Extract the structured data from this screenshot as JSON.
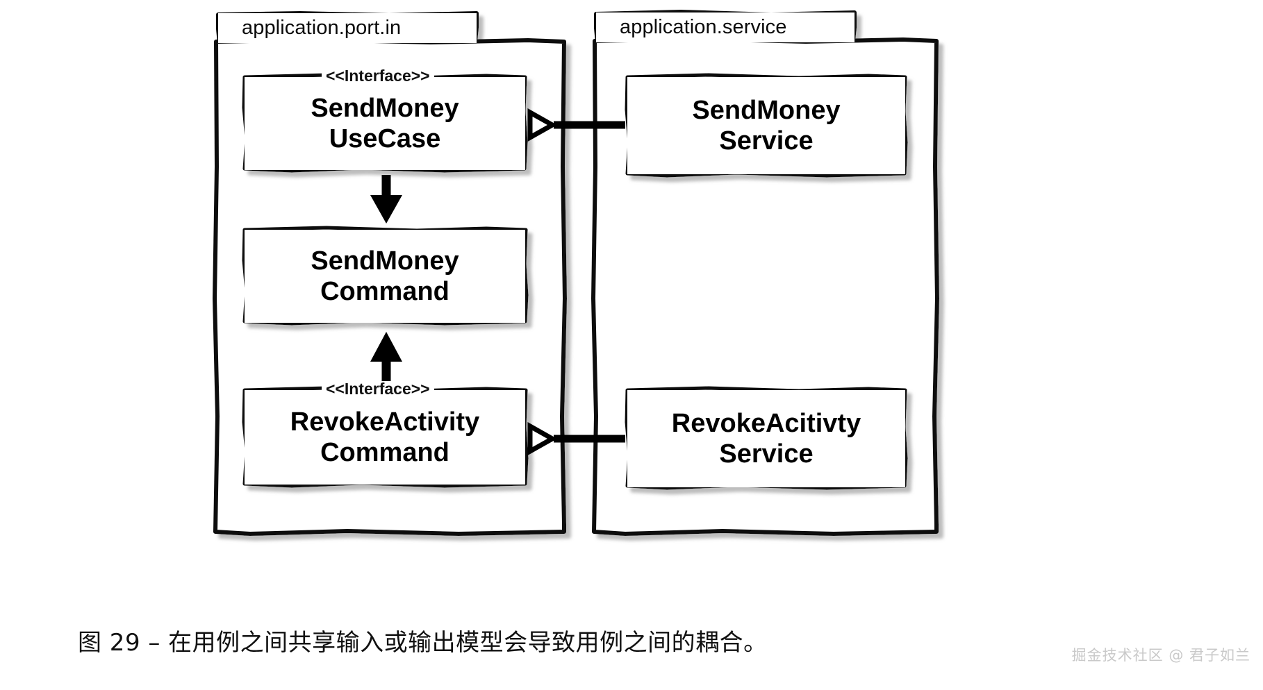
{
  "figure": {
    "type": "uml-class-diagram",
    "caption": "图 29 – 在用例之间共享输入或输出模型会导致用例之间的耦合。",
    "watermark": "掘金技术社区 @ 君子如兰",
    "stroke_color": "#111111",
    "background_color": "#ffffff"
  },
  "packages": [
    {
      "id": "port-in",
      "label": "application.port.in"
    },
    {
      "id": "service",
      "label": "application.service"
    }
  ],
  "classes": [
    {
      "id": "send-money-use-case",
      "stereotype": "<<Interface>>",
      "name_line1": "SendMoney",
      "name_line2": "UseCase",
      "package": "port-in"
    },
    {
      "id": "send-money-command",
      "stereotype": "",
      "name_line1": "SendMoney",
      "name_line2": "Command",
      "package": "port-in"
    },
    {
      "id": "revoke-activity-command",
      "stereotype": "<<Interface>>",
      "name_line1": "RevokeActivity",
      "name_line2": "Command",
      "package": "port-in"
    },
    {
      "id": "send-money-service",
      "stereotype": "",
      "name_line1": "SendMoney",
      "name_line2": "Service",
      "package": "service"
    },
    {
      "id": "revoke-activity-service",
      "stereotype": "",
      "name_line1": "RevokeAcitivty",
      "name_line2": "Service",
      "package": "service"
    }
  ],
  "relations": [
    {
      "id": "rel-send-money-realization",
      "from": "send-money-service",
      "to": "send-money-use-case",
      "kind": "realization",
      "arrowhead": "hollow-triangle"
    },
    {
      "id": "rel-usecase-uses-command",
      "from": "send-money-use-case",
      "to": "send-money-command",
      "kind": "dependency",
      "arrowhead": "solid"
    },
    {
      "id": "rel-revoke-command-to-command",
      "from": "revoke-activity-command",
      "to": "send-money-command",
      "kind": "dependency",
      "arrowhead": "solid"
    },
    {
      "id": "rel-revoke-realization",
      "from": "revoke-activity-service",
      "to": "revoke-activity-command",
      "kind": "realization",
      "arrowhead": "hollow-triangle"
    }
  ]
}
